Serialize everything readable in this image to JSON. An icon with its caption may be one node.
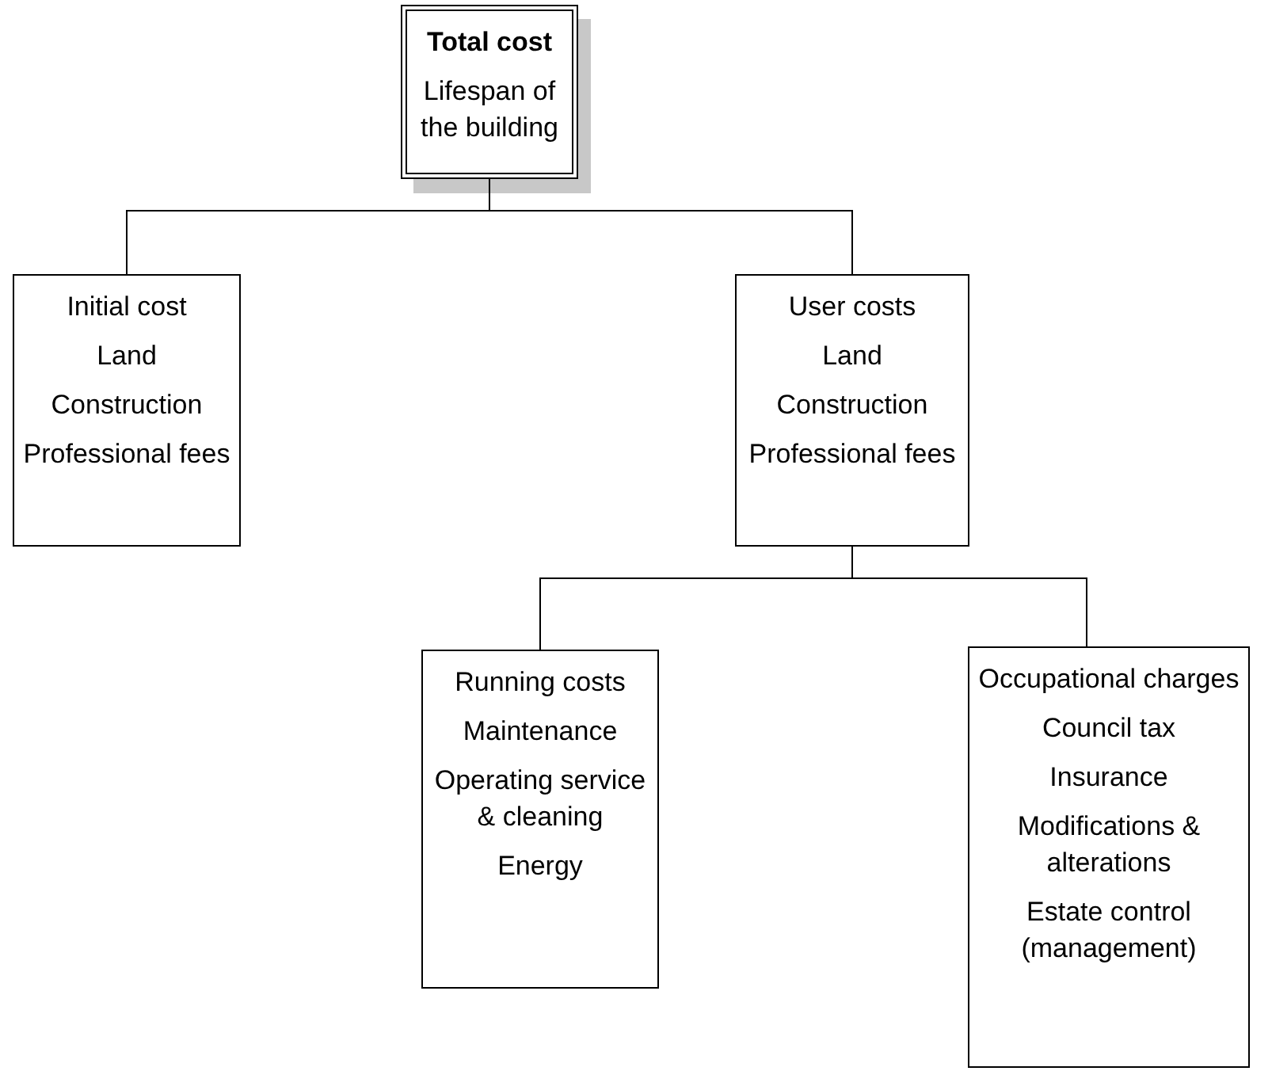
{
  "diagram": {
    "nodes": [
      {
        "text": [
          "Total cost",
          "Lifespan of the building"
        ]
      },
      {
        "text": [
          "Initial cost",
          "Land",
          "Construction",
          "Professional fees"
        ]
      },
      {
        "text": [
          "User costs",
          "Land",
          "Construction",
          "Professional fees"
        ]
      },
      {
        "text": [
          "Running costs",
          "Maintenance",
          "Operating service & cleaning",
          "Energy"
        ]
      },
      {
        "text": [
          "Occupational charges",
          "Council tax",
          "Insurance",
          "Modifications & alterations",
          "Estate control (management)"
        ]
      }
    ],
    "edges": [
      {
        "from": 0,
        "to": 1,
        "arrow": "none"
      },
      {
        "from": 0,
        "to": 2,
        "arrow": "none"
      },
      {
        "from": 2,
        "to": 3,
        "arrow": "none"
      },
      {
        "from": 2,
        "to": 4,
        "arrow": "none"
      }
    ]
  }
}
